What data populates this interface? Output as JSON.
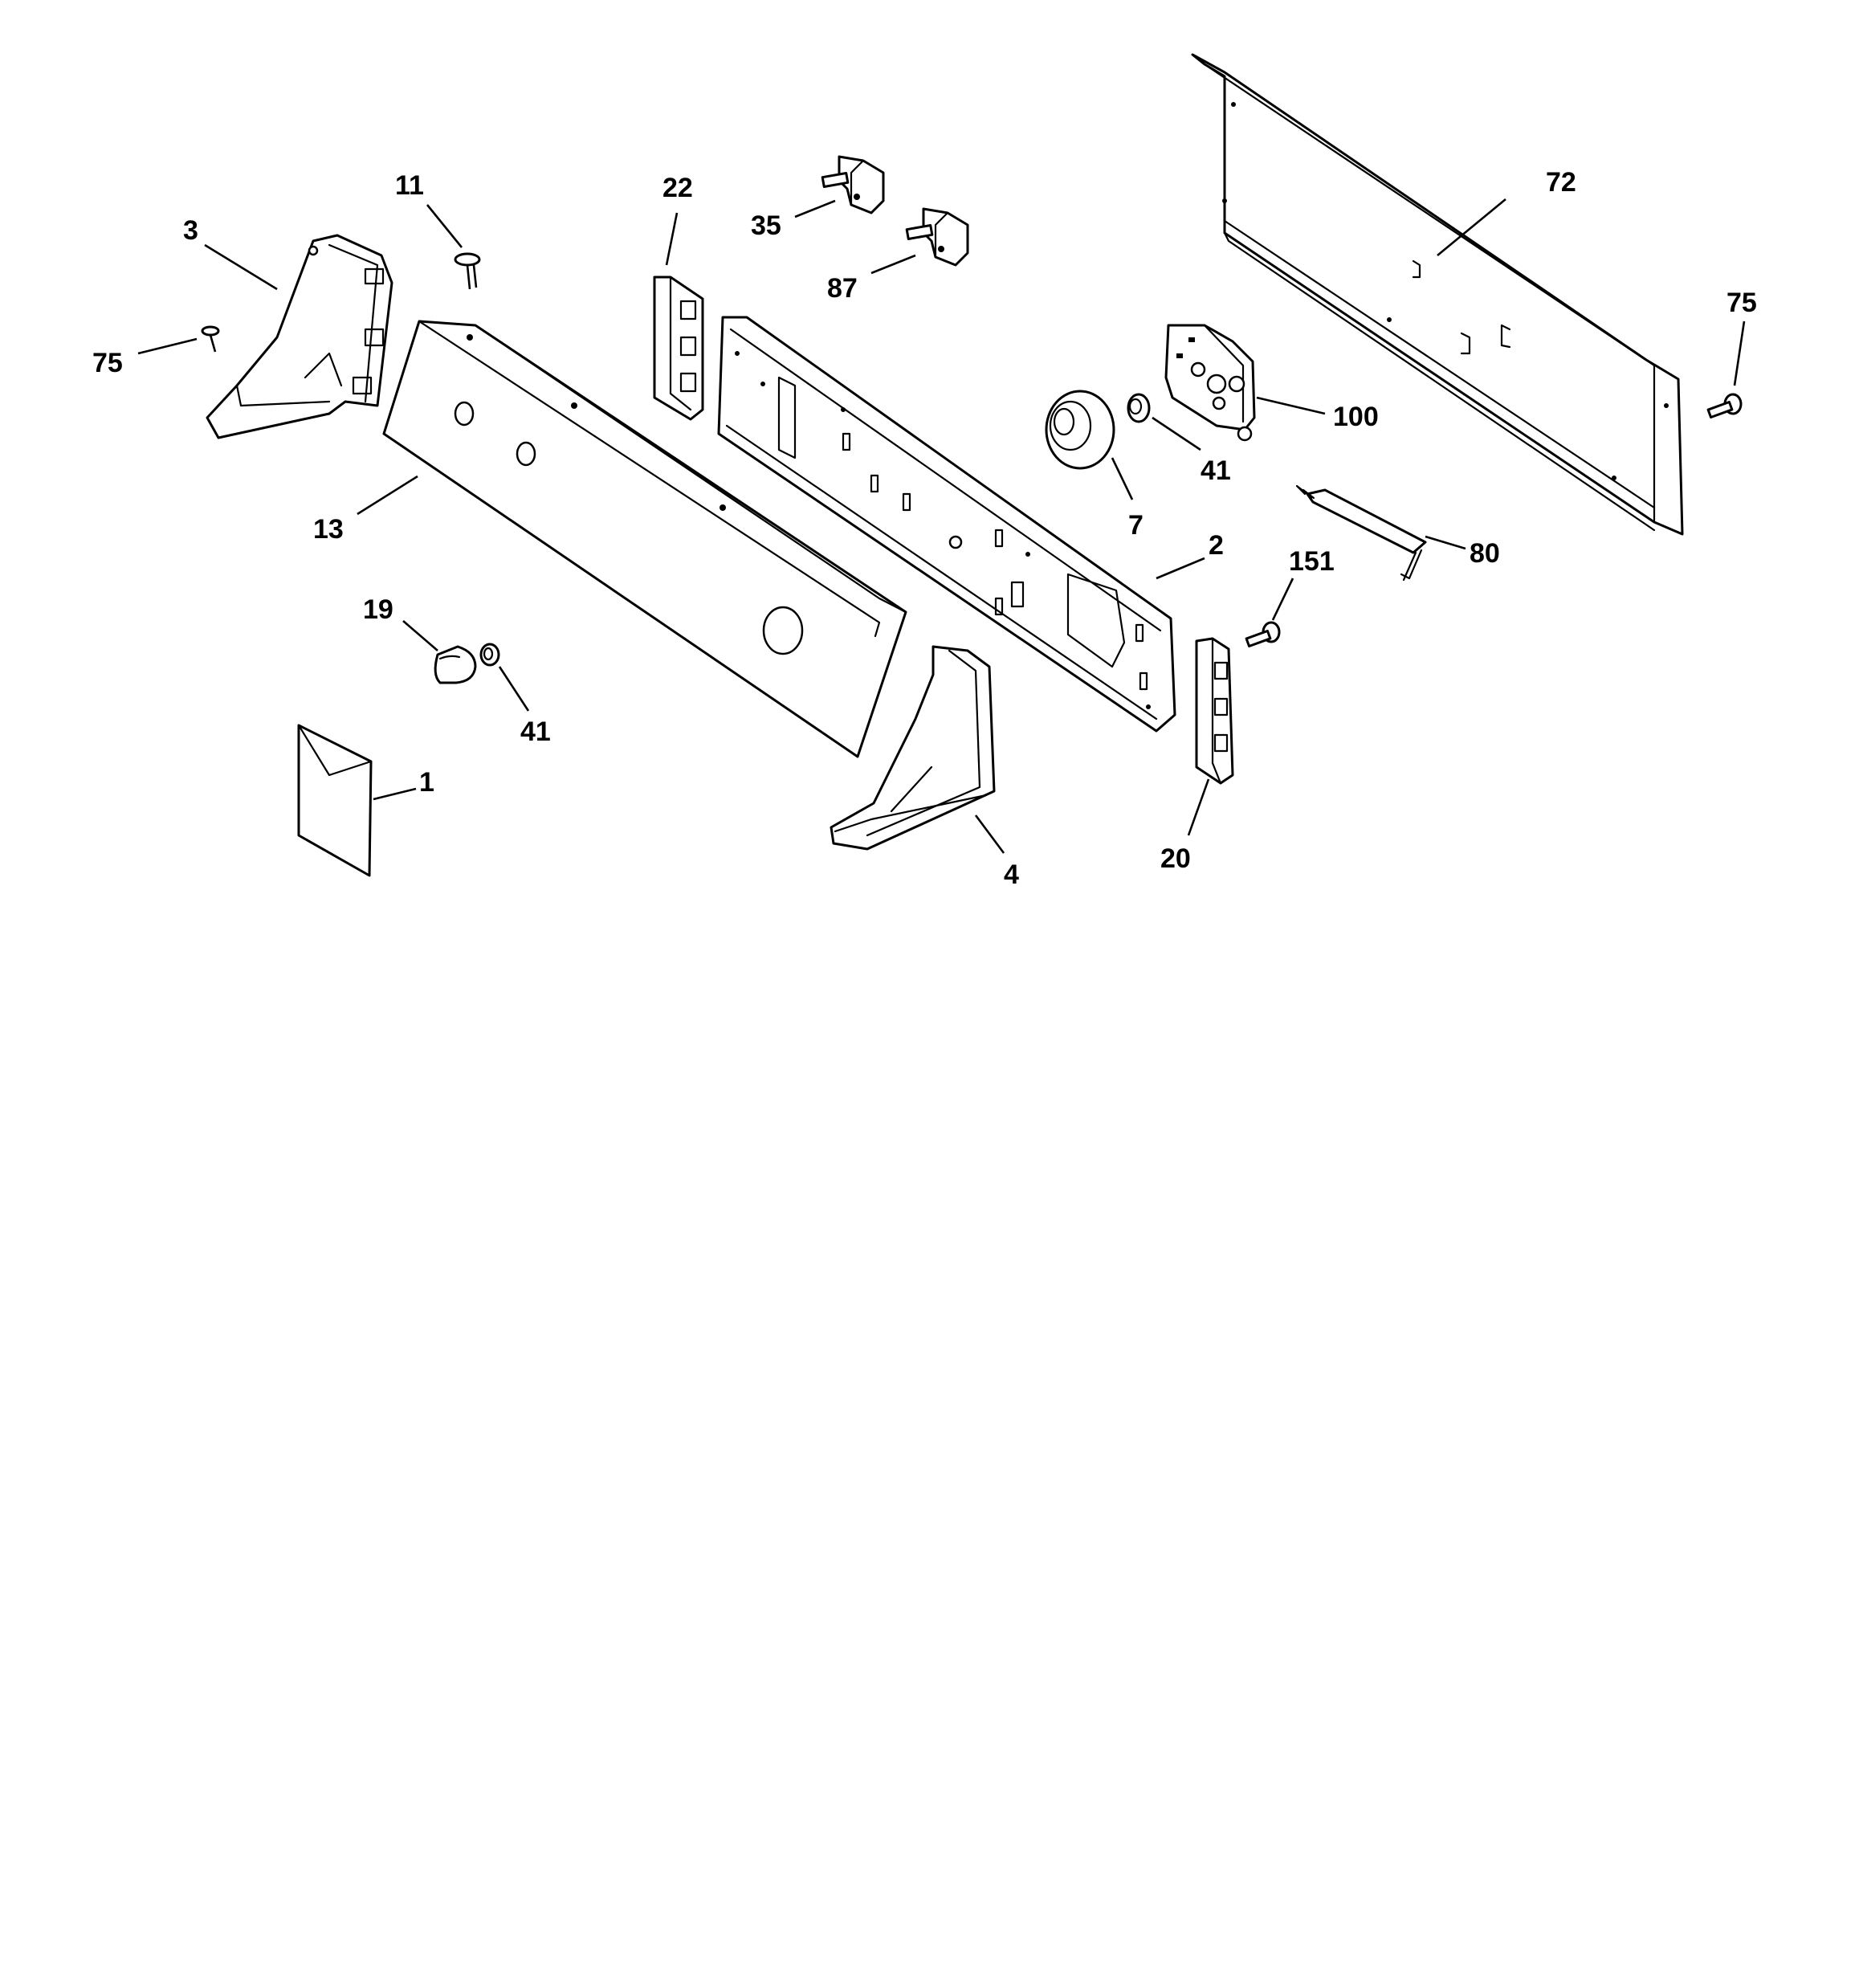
{
  "diagram": {
    "callouts": {
      "c1": "1",
      "c2": "2",
      "c3": "3",
      "c4": "4",
      "c7": "7",
      "c11": "11",
      "c13": "13",
      "c19": "19",
      "c20": "20",
      "c22": "22",
      "c35": "35",
      "c41a": "41",
      "c41b": "41",
      "c72": "72",
      "c75a": "75",
      "c75b": "75",
      "c80": "80",
      "c87": "87",
      "c100": "100",
      "c151": "151"
    }
  }
}
